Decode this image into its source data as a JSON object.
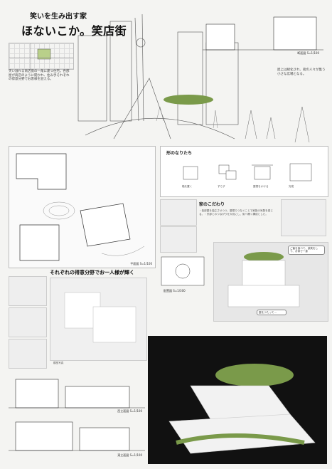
{
  "header": {
    "subtitle": "笑いを生み出す家",
    "title": "ほないこか。笑店街"
  },
  "labels": {
    "site_section": "断面図 S=1/100",
    "plan": "平面図 S=1/100",
    "layout": "配置図 S=1/300",
    "west_elev": "西立面図 S=1/100",
    "east_elev": "東立面図 S=1/100",
    "form_title": "形のなりたち",
    "feature_title": "家のこだわり",
    "sharing_title": "それぞれの得意分野でお一人様が輝く"
  },
  "captions": {
    "intro": "笑い溢れる商店街の一角に建つ住宅。各部屋が商店のように開かれ、住み手それぞれの得意分野でお客様を迎える。",
    "right_note": "屋上は緑化され、街の人々が集う小さな広場となる。",
    "feature_body": "・各部屋を独立させつつ、屋根でつなぐことで家族の気配を感じる。・外部とのつながりを大切にし、街へ開く構成とした。",
    "form_steps": [
      "箱を置く",
      "ずらす",
      "屋根をかける",
      "完成"
    ],
    "bubble1": "ご飯を食べて、談笑をして、お茶で一息",
    "bubble2": "庭をつたって…",
    "model_caption": "模型写真"
  },
  "colors": {
    "accent": "#7a9a4a",
    "frame": "#111111"
  }
}
